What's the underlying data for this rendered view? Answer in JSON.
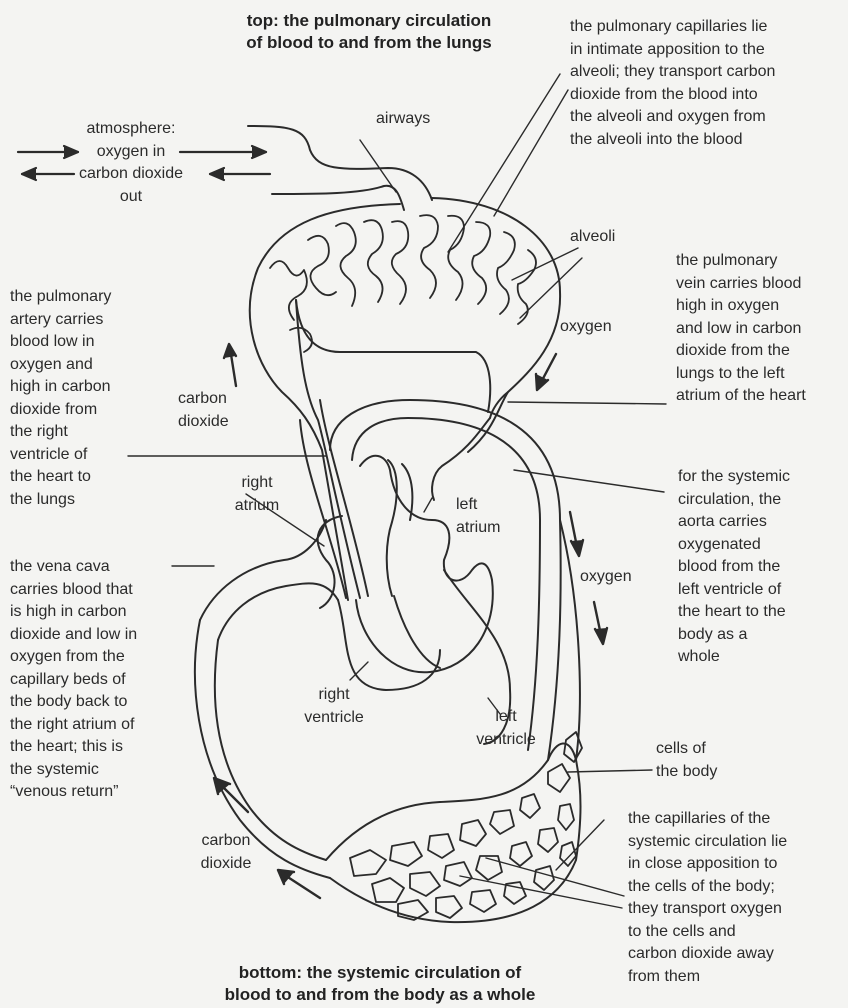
{
  "titles": {
    "top": "top: the pulmonary circulation\nof blood to and from the lungs",
    "bottom": "bottom: the systemic circulation of\nblood to and from the body as a whole"
  },
  "labels": {
    "atmosphere": "atmosphere:\noxygen in\ncarbon dioxide\nout",
    "airways": "airways",
    "alveoli": "alveoli",
    "oxygen_top": "oxygen",
    "carbon_dioxide_top": "carbon\ndioxide",
    "right_atrium": "right\natrium",
    "left_atrium": "left\natrium",
    "right_ventricle": "right\nventricle",
    "left_ventricle": "left\nventricle",
    "oxygen_right": "oxygen",
    "cells_of_body": "cells of\nthe body",
    "carbon_dioxide_bottom": "carbon\ndioxide"
  },
  "notes": {
    "pulmonary_capillaries": "the pulmonary capillaries lie\nin intimate apposition to the\nalveoli; they transport carbon\ndioxide from the blood into\nthe alveoli and oxygen from\nthe alveoli into the blood",
    "pulmonary_vein": "the pulmonary\nvein carries blood\nhigh in oxygen\nand low in carbon\ndioxide from the\nlungs to the left\natrium of the heart",
    "pulmonary_artery": "the pulmonary\nartery carries\nblood low in\noxygen and\nhigh in carbon\ndioxide from\nthe right\nventricle of\nthe heart to\nthe lungs",
    "aorta": "for the systemic\ncirculation, the\naorta carries\noxygenated\nblood from the\nleft ventricle of\nthe heart to the\nbody as a\nwhole",
    "vena_cava": "the vena cava\ncarries blood that\nis high in carbon\ndioxide and low in\noxygen from the\ncapillary beds of\nthe body back to\nthe right atrium of\nthe heart; this is\nthe systemic\n“venous return”",
    "systemic_capillaries": "the capillaries of the\nsystemic circulation lie\nin close apposition to\nthe cells of the body;\nthey transport oxygen\nto the cells and\ncarbon dioxide away\nfrom them"
  },
  "colors": {
    "ink": "#2b2b2b",
    "background": "#f4f4f2"
  }
}
